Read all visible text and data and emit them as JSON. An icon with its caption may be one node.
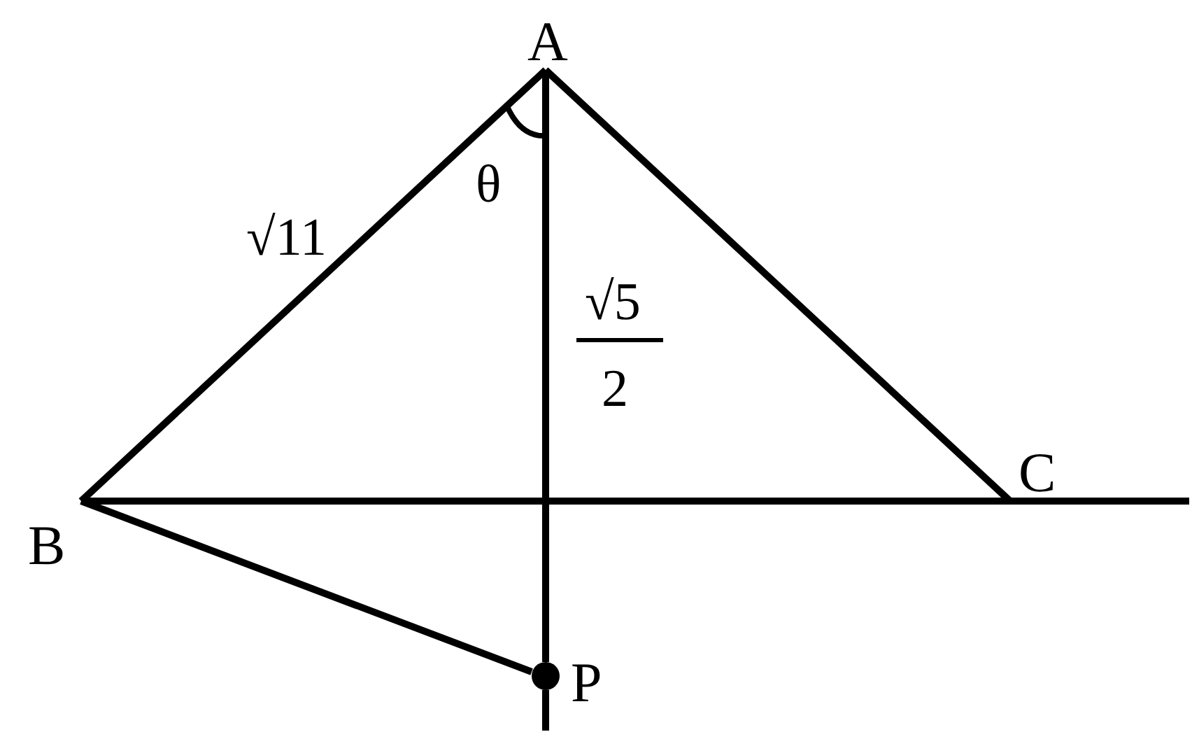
{
  "diagram": {
    "nodes": [
      {
        "text": [
          "A"
        ]
      },
      {
        "text": [
          "B"
        ]
      },
      {
        "text": [
          "C"
        ]
      },
      {
        "text": [
          "P"
        ]
      }
    ],
    "edges": [
      {
        "from": 0,
        "to": 1,
        "arrow": "none"
      },
      {
        "from": 0,
        "to": 2,
        "arrow": "none"
      },
      {
        "from": 1,
        "to": 2,
        "arrow": "none"
      },
      {
        "from": 0,
        "to": 3,
        "arrow": "none"
      },
      {
        "from": 1,
        "to": 3,
        "arrow": "none"
      }
    ],
    "labels": [
      "θ",
      "√11",
      "√5",
      "2"
    ]
  }
}
